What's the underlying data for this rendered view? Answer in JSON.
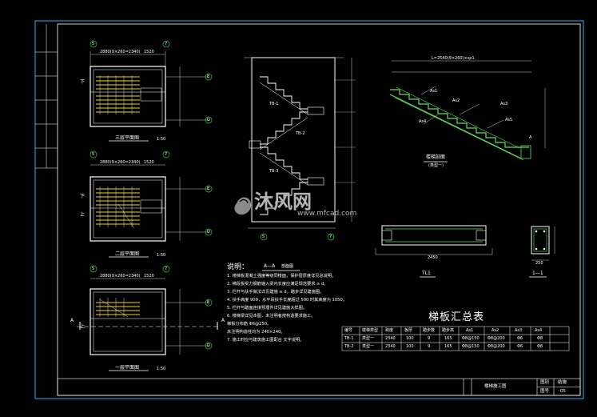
{
  "plans": {
    "third": {
      "title": "三层平面图",
      "scale": "1:50"
    },
    "second": {
      "title": "二层平面图",
      "scale": "1:50"
    },
    "first": {
      "title": "一层平面图",
      "scale": "1:50"
    },
    "axis_left": "5",
    "axis_right": "7",
    "axis_top": "E",
    "axis_bottom": "D",
    "dim_left": "2880(9×260=2340)",
    "dim_right": "1520",
    "up_label": "上",
    "down_label": "下",
    "cut_label": "A"
  },
  "section": {
    "title": "A—A",
    "subtitle": "剖面图",
    "flights": [
      "TB-1",
      "TB-2",
      "TB-3"
    ],
    "axis_left": "5",
    "axis_right": "7"
  },
  "stair_detail": {
    "title": "楼梯剖面",
    "subtitle": "(类型一)",
    "dim_top": "L=2540(9×260)×sp1",
    "rebar": [
      "As1",
      "As2",
      "As3",
      "As4",
      "As5"
    ],
    "corner": "A"
  },
  "beam": {
    "name": "TL1",
    "section": "1—1",
    "span": "2450",
    "width": "250"
  },
  "notes": {
    "title": "说明：",
    "lines": [
      "1. 楼梯板混凝土强度等级同楼面，保护层厚度详见总说明。",
      "2. 梯段板受力钢筋锚入梁内长度应满足规范要求 ≥ d。",
      "3. 栏杆与扶手做法详见建施 ≥ d，踏步详见建施图。",
      "4. 扶手高度 900，水平段扶手长度超过 500 时其高度为 1050。",
      "5. 栏杆与踏面连接预埋件详见建施大样图。",
      "6. 楼梯梁详见本图，未注明者按构造要求施工。",
      "   梯板分布筋 Φ6@250。",
      "   未注明构造柱均为 240×240。",
      "7. 施工时应与建筑施工图配合 文字说明。"
    ]
  },
  "table": {
    "title": "梯板汇总表",
    "headers": [
      "编号",
      "楼梯类型",
      "跨度",
      "板厚",
      "踏步数",
      "踏步高",
      "As1",
      "As2",
      "As3",
      "As4"
    ],
    "rows": [
      [
        "TB-1",
        "类型一",
        "2340",
        "100",
        "9",
        "165",
        "Φ8@150",
        "Φ8@200",
        "Φ6",
        "Φ8"
      ],
      [
        "TB-2",
        "类型一",
        "2340",
        "100",
        "9",
        "165",
        "Φ8@150",
        "Φ8@200",
        "Φ6",
        "Φ8"
      ]
    ]
  },
  "title_block": {
    "drawing_name": "楼梯施工图",
    "label_a": "图别",
    "value_a": "结施",
    "label_b": "图号",
    "value_b": "05"
  },
  "watermark": {
    "brand": "沐风网",
    "url": "www.mfcad.com"
  },
  "colors": {
    "background": "#000000",
    "line": "#ffffff",
    "frame": "#29b6f6",
    "rebar": "#5ee05e",
    "stair_fill": "#f2d21a",
    "axis": "#3cc83c"
  }
}
